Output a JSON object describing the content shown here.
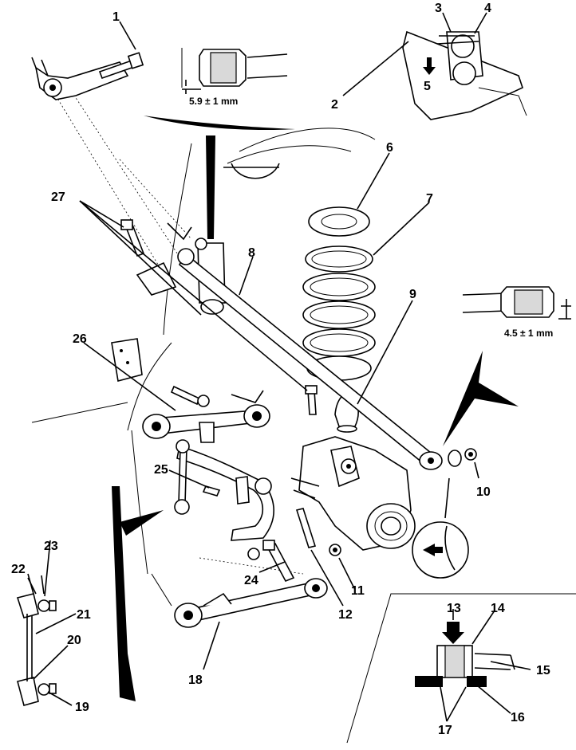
{
  "callouts": {
    "c1": "1",
    "c2": "2",
    "c3": "3",
    "c4": "4",
    "c5": "5",
    "c6": "6",
    "c7": "7",
    "c8": "8",
    "c9": "9",
    "c10": "10",
    "c11": "11",
    "c12": "12",
    "c13": "13",
    "c14": "14",
    "c15": "15",
    "c16": "16",
    "c17": "17",
    "c18": "18",
    "c19": "19",
    "c20": "20",
    "c21": "21",
    "c22": "22",
    "c23": "23",
    "c24": "24",
    "c25": "25",
    "c26": "26",
    "c27": "27"
  },
  "measurements": {
    "upper_bushing": "5.9 ± 1 mm",
    "right_bushing": "4.5 ± 1 mm"
  }
}
